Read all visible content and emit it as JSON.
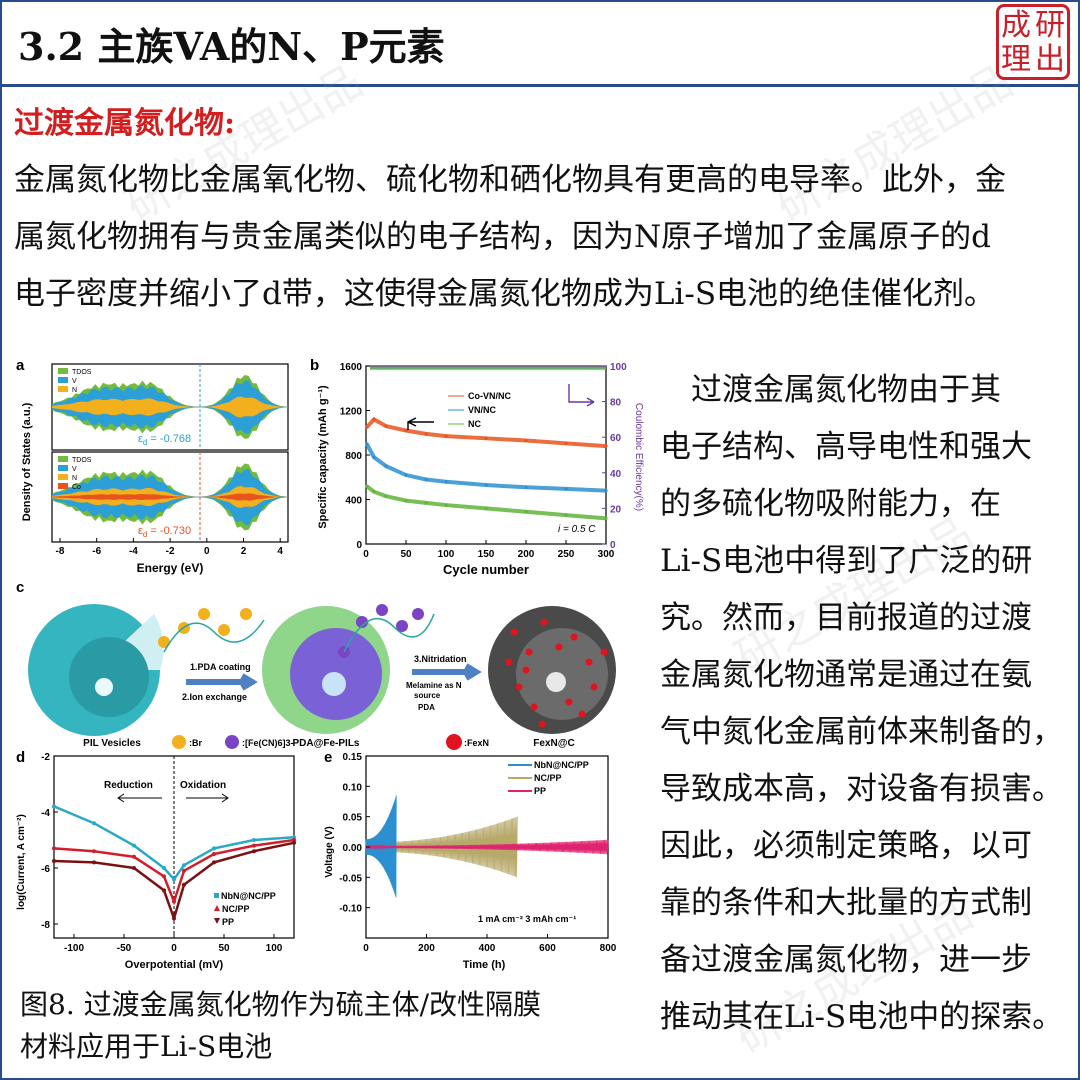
{
  "header": {
    "title": "3.2 主族VA的N、P元素",
    "seal_text": [
      "成",
      "研",
      "理",
      "出"
    ]
  },
  "watermark": "研之成理出品",
  "subheading": "过渡金属氮化物:",
  "paragraph": [
    "金属氮化物比金属氧化物、硫化物和硒化物具有更高的电导率。此外，金",
    "属氮化物拥有与贵金属类似的电子结构，因为N原子增加了金属原子的d",
    "电子密度并缩小了d带，这使得金属氮化物成为Li-S电池的绝佳催化剂。"
  ],
  "right_column": [
    "　过渡金属氮化物由于其",
    "电子结构、高导电性和强大",
    "的多硫化物吸附能力，在",
    "Li-S电池中得到了广泛的研",
    "究。然而，目前报道的过渡",
    "金属氮化物通常是通过在氨",
    "气中氮化金属前体来制备的，",
    "导致成本高，对设备有损害。",
    "因此，必须制定策略，以可",
    "靠的条件和大批量的方式制",
    "备过渡金属氮化物，进一步",
    "推动其在Li-S电池中的探索。"
  ],
  "caption": [
    "图8. 过渡金属氮化物作为硫主体/改性隔膜",
    "材料应用于Li-S电池"
  ],
  "panel_a": {
    "label": "a",
    "ylabel": "Density of States (a.u.)",
    "xlabel": "Energy (eV)",
    "xticks": [
      "-8",
      "-6",
      "-4",
      "-2",
      "0",
      "2",
      "4"
    ],
    "top_legend": [
      "TDOS",
      "V",
      "N"
    ],
    "bottom_legend": [
      "TDOS",
      "V",
      "N",
      "Co"
    ],
    "top_ed": "-0.768",
    "bottom_ed": "-0.730",
    "ed_label": "ε",
    "ed_sub": "d",
    "colors": {
      "tdos": "#72bb3c",
      "v": "#2b9fd6",
      "n": "#f2b01e",
      "co": "#e8541e"
    }
  },
  "panel_b": {
    "label": "b",
    "ylabel": "Specific capacity (mAh g⁻¹)",
    "y2label": "Coulombic Efficiency(%)",
    "xlabel": "Cycle number",
    "rate": "i = 0.5 C",
    "legend": [
      "Co-VN/NC",
      "VN/NC",
      "NC"
    ],
    "yticks": [
      "0",
      "400",
      "800",
      "1200",
      "1600"
    ],
    "y2ticks": [
      "0",
      "20",
      "40",
      "60",
      "80",
      "100"
    ],
    "xticks": [
      "0",
      "50",
      "100",
      "150",
      "200",
      "250",
      "300"
    ]
  },
  "chart_data": [
    {
      "type": "line",
      "title": "",
      "xlabel": "Cycle number",
      "ylabel": "Specific capacity (mAh g⁻¹)",
      "xlim": [
        0,
        300
      ],
      "ylim": [
        0,
        1600
      ],
      "y2lim": [
        0,
        100
      ],
      "x": [
        1,
        10,
        25,
        50,
        75,
        100,
        150,
        200,
        250,
        300
      ],
      "series": [
        {
          "name": "Co-VN/NC",
          "color": "#e8541e",
          "values": [
            1050,
            1120,
            1060,
            1020,
            990,
            970,
            950,
            930,
            905,
            880
          ]
        },
        {
          "name": "VN/NC",
          "color": "#2b8fd0",
          "values": [
            900,
            780,
            700,
            620,
            580,
            560,
            530,
            510,
            495,
            480
          ]
        },
        {
          "name": "NC",
          "color": "#5fb43a",
          "values": [
            520,
            470,
            430,
            390,
            370,
            350,
            320,
            290,
            260,
            230
          ]
        }
      ]
    },
    {
      "type": "line",
      "title": "",
      "xlabel": "Overpotential (mV)",
      "ylabel": "log(Current, A cm⁻²)",
      "xlim": [
        -120,
        120
      ],
      "ylim": [
        -8.5,
        -2
      ],
      "x": [
        -120,
        -80,
        -40,
        -10,
        0,
        10,
        40,
        80,
        120
      ],
      "series": [
        {
          "name": "NbN@NC/PP",
          "color": "#2aa9c7",
          "values": [
            -3.8,
            -4.4,
            -5.2,
            -6.0,
            -6.4,
            -5.9,
            -5.3,
            -5.0,
            -4.9
          ]
        },
        {
          "name": "NC/PP",
          "color": "#d01e2a",
          "values": [
            -5.3,
            -5.4,
            -5.6,
            -6.3,
            -7.2,
            -6.1,
            -5.5,
            -5.2,
            -5.0
          ]
        },
        {
          "name": "PP",
          "color": "#7a1010",
          "values": [
            -5.75,
            -5.8,
            -6.0,
            -6.8,
            -7.8,
            -6.6,
            -5.8,
            -5.4,
            -5.1
          ]
        }
      ]
    },
    {
      "type": "line",
      "title": "",
      "xlabel": "Time (h)",
      "ylabel": "Voltage (V)",
      "xlim": [
        0,
        800
      ],
      "ylim": [
        -0.15,
        0.15
      ],
      "series": [
        {
          "name": "NbN@NC/PP",
          "color": "#2b8fd0",
          "max_amplitude": 0.085,
          "end_time": 100
        },
        {
          "name": "NC/PP",
          "color": "#b7a96a",
          "max_amplitude": 0.05,
          "end_time": 500
        },
        {
          "name": "PP",
          "color": "#e0236f",
          "max_amplitude": 0.012,
          "end_time": 800
        }
      ]
    }
  ],
  "panel_c": {
    "label": "c",
    "steps": [
      "1.PDA coating",
      "2.Ion exchange",
      "3.Nitridation",
      "Melamine as N",
      "source",
      "PDA"
    ],
    "names": [
      "PIL Vesicles",
      "PDA@Fe-PILs",
      "FexN@C"
    ],
    "legend": [
      ":Br",
      ":[Fe(CN)6]3-",
      ":FexN"
    ]
  },
  "panel_d": {
    "label": "d",
    "reduction": "Reduction",
    "oxidation": "Oxidation",
    "yticks": [
      "-2",
      "-4",
      "-6",
      "-8"
    ],
    "xticks": [
      "-100",
      "-50",
      "0",
      "50",
      "100"
    ],
    "legend": [
      "NbN@NC/PP",
      "NC/PP",
      "PP"
    ]
  },
  "panel_e": {
    "label": "e",
    "yticks": [
      "0.15",
      "0.10",
      "0.05",
      "0.00",
      "-0.05",
      "-0.10"
    ],
    "xticks": [
      "0",
      "200",
      "400",
      "600",
      "800"
    ],
    "legend": [
      "NbN@NC/PP",
      "NC/PP",
      "PP"
    ],
    "note": "1 mA cm⁻² 3 mAh cm⁻¹"
  }
}
